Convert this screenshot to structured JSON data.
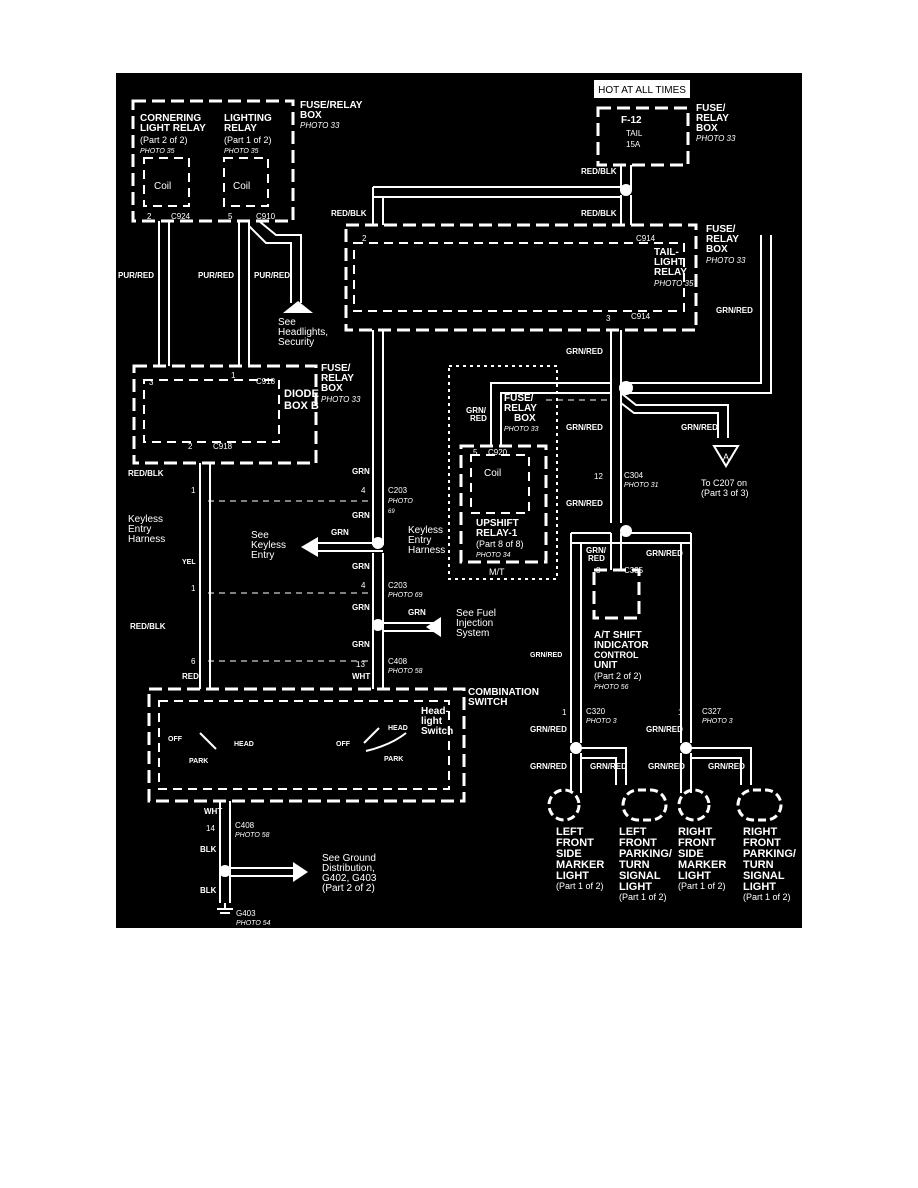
{
  "colors": {
    "background": "#000000",
    "foreground": "#ffffff"
  },
  "hot_at_all_times": "HOT AT ALL TIMES",
  "fuse_box_top": {
    "l1": "FUSE/",
    "l2": "RELAY",
    "l3": "BOX",
    "photo": "PHOTO 33",
    "fuse": "F-12",
    "tail": "TAIL",
    "amp": "15A"
  },
  "relay_box_left": {
    "cornering_l1": "CORNERING",
    "cornering_l2": "LIGHT RELAY",
    "cornering_part": "(Part 2 of 2)",
    "cornering_photo": "PHOTO 35",
    "lighting_l1": "LIGHTING",
    "lighting_l2": "RELAY",
    "lighting_part": "(Part 1 of 2)",
    "lighting_photo": "PHOTO 35",
    "coil1": "Coil",
    "coil2": "Coil",
    "pin_a": "2",
    "conn_a": "C924",
    "pin_b": "5",
    "conn_b": "C910",
    "title_l1": "FUSE/RELAY",
    "title_l2": "BOX",
    "photo": "PHOTO 33"
  },
  "taillight_box": {
    "l1": "FUSE/",
    "l2": "RELAY",
    "l3": "BOX",
    "photo": "PHOTO 33",
    "relay_l1": "TAIL-",
    "relay_l2": "LIGHT",
    "relay_l3": "RELAY",
    "relay_photo": "PHOTO 35",
    "pin_left": "2",
    "pin_bottom": "3",
    "conn_top": "C914",
    "conn_bottom": "C914"
  },
  "wires": {
    "red_blk": "RED/BLK",
    "pur_red": "PUR/RED",
    "grn_red": "GRN/RED",
    "grn": "GRN",
    "yel": "YEL",
    "red": "RED",
    "wht": "WHT",
    "blk": "BLK",
    "grn_slash": "GRN/",
    "red_frag": "RED"
  },
  "see_headlights": {
    "l1": "See",
    "l2": "Headlights,",
    "l3": "Security"
  },
  "diode_box": {
    "l1": "FUSE/",
    "l2": "RELAY",
    "l3": "BOX",
    "photo": "PHOTO 33",
    "d1": "DIODE",
    "d2": "BOX B",
    "pin3": "3",
    "pin1": "1",
    "pin2": "2",
    "conn1": "C918",
    "conn2": "C918"
  },
  "upshift_box": {
    "l1": "FUSE/",
    "l2": "RELAY",
    "l3": "BOX",
    "photo": "PHOTO 33",
    "pin": "5",
    "conn": "C920",
    "coil": "Coil",
    "r1": "UPSHIFT",
    "r2": "RELAY-1",
    "part": "(Part 8 of 8)",
    "rphoto": "PHOTO 34",
    "mt": "M/T"
  },
  "to_c207": {
    "letter": "A",
    "l1": "To C207 on",
    "l2": "(Part 3 of 3)"
  },
  "c304": {
    "pin": "12",
    "conn": "C304",
    "photo": "PHOTO 31"
  },
  "keyless_left": {
    "l1": "Keyless",
    "l2": "Entry",
    "l3": "Harness"
  },
  "keyless_right": {
    "l1": "Keyless",
    "l2": "Entry",
    "l3": "Harness"
  },
  "see_keyless": {
    "l1": "See",
    "l2": "Keyless",
    "l3": "Entry"
  },
  "see_fuel": {
    "l1": "See Fuel",
    "l2": "Injection",
    "l3": "System"
  },
  "c203a": {
    "pin_l": "1",
    "pin_r": "4",
    "conn": "C203",
    "photo": "PHOTO",
    "photo2": "69"
  },
  "c203b": {
    "pin_l": "1",
    "pin_r": "4",
    "conn": "C203",
    "photo": "PHOTO 69"
  },
  "c408a": {
    "pin_l": "6",
    "pin_r": "13",
    "conn": "C408",
    "photo": "PHOTO 58"
  },
  "combination": {
    "l1": "COMBINATION",
    "l2": "SWITCH",
    "s1": "Head-",
    "s2": "light",
    "s3": "Switch",
    "off": "OFF",
    "head": "HEAD",
    "park": "PARK"
  },
  "c408b": {
    "pin": "14",
    "conn": "C408",
    "photo": "PHOTO 58"
  },
  "see_ground": {
    "l1": "See Ground",
    "l2": "Distribution,",
    "l3": "G402, G403",
    "l4": "(Part 2 of 2)"
  },
  "g403": {
    "name": "G403",
    "photo": "PHOTO 54"
  },
  "c335": {
    "pin": "8",
    "conn": "C335"
  },
  "at_shift": {
    "l1": "A/T SHIFT",
    "l2": "INDICATOR",
    "l3": "CONTROL",
    "l4": "UNIT",
    "part": "(Part 2 of 2)",
    "photo": "PHOTO 56"
  },
  "c320": {
    "pin": "1",
    "conn": "C320",
    "photo": "PHOTO 3"
  },
  "c327": {
    "pin": "1",
    "conn": "C327",
    "photo": "PHOTO 3"
  },
  "lights": [
    {
      "l1": "LEFT",
      "l2": "FRONT",
      "l3": "SIDE",
      "l4": "MARKER",
      "l5": "LIGHT",
      "part": "(Part 1 of 2)"
    },
    {
      "l1": "LEFT",
      "l2": "FRONT",
      "l3": "PARKING/",
      "l4": "TURN",
      "l5": "SIGNAL",
      "l6": "LIGHT",
      "part": "(Part 1 of 2)"
    },
    {
      "l1": "RIGHT",
      "l2": "FRONT",
      "l3": "SIDE",
      "l4": "MARKER",
      "l5": "LIGHT",
      "part": "(Part 1 of 2)"
    },
    {
      "l1": "RIGHT",
      "l2": "FRONT",
      "l3": "PARKING/",
      "l4": "TURN",
      "l5": "SIGNAL",
      "l6": "LIGHT",
      "part": "(Part 1 of 2)"
    }
  ]
}
